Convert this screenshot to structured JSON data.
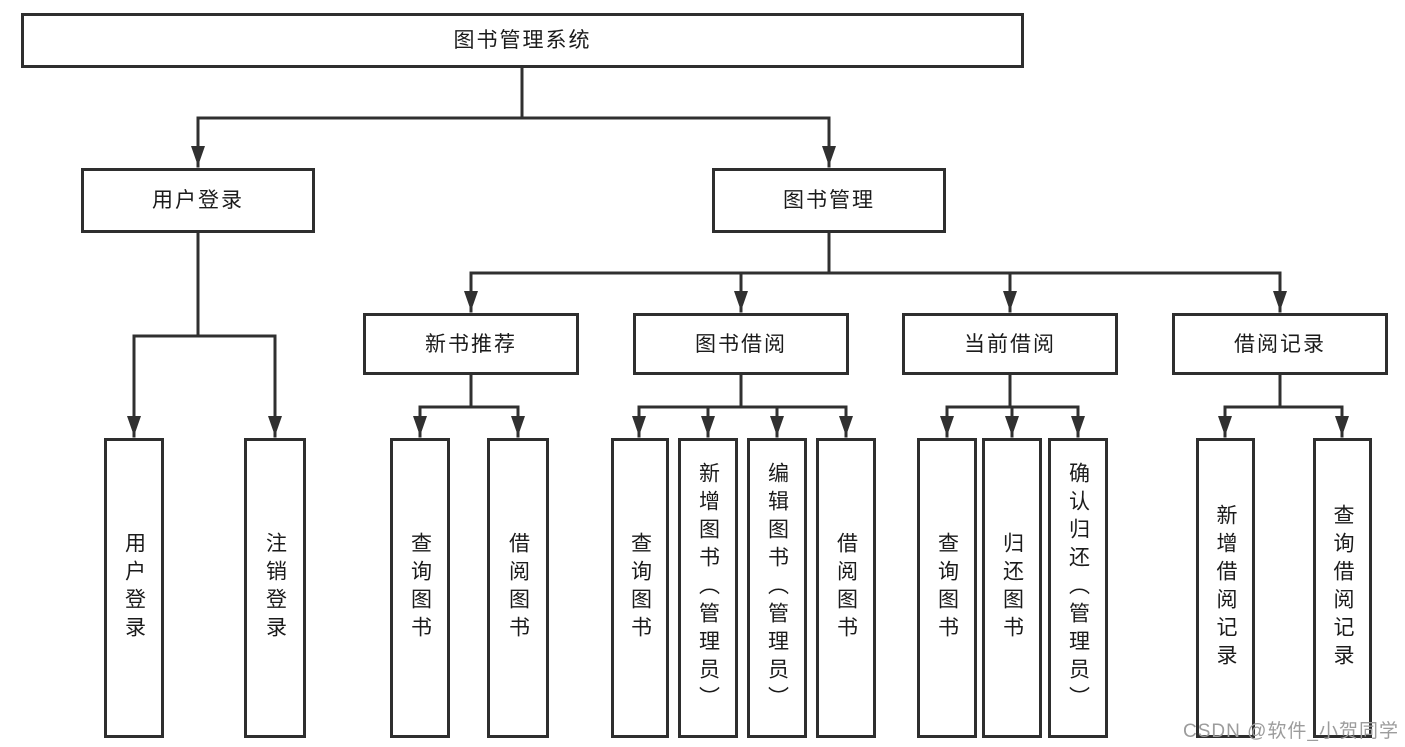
{
  "diagram_type": "hierarchy-tree",
  "tree": {
    "label": "图书管理系统",
    "children": [
      {
        "label": "用户登录",
        "children": [
          {
            "label": "用户登录"
          },
          {
            "label": "注销登录"
          }
        ]
      },
      {
        "label": "图书管理",
        "children": [
          {
            "label": "新书推荐",
            "children": [
              {
                "label": "查询图书"
              },
              {
                "label": "借阅图书"
              }
            ]
          },
          {
            "label": "图书借阅",
            "children": [
              {
                "label": "查询图书"
              },
              {
                "label": "新增图书（管理员）"
              },
              {
                "label": "编辑图书（管理员）"
              },
              {
                "label": "借阅图书"
              }
            ]
          },
          {
            "label": "当前借阅",
            "children": [
              {
                "label": "查询图书"
              },
              {
                "label": "归还图书"
              },
              {
                "label": "确认归还（管理员）"
              }
            ]
          },
          {
            "label": "借阅记录",
            "children": [
              {
                "label": "新增借阅记录"
              },
              {
                "label": "查询借阅记录"
              }
            ]
          }
        ]
      }
    ]
  },
  "watermark": "CSDN @软件_小贺同学",
  "colors": {
    "line": "#303030",
    "box_border": "#2e2e2e",
    "text": "#1b1b1b",
    "watermark": "#9c9c9c",
    "background": "#ffffff"
  }
}
